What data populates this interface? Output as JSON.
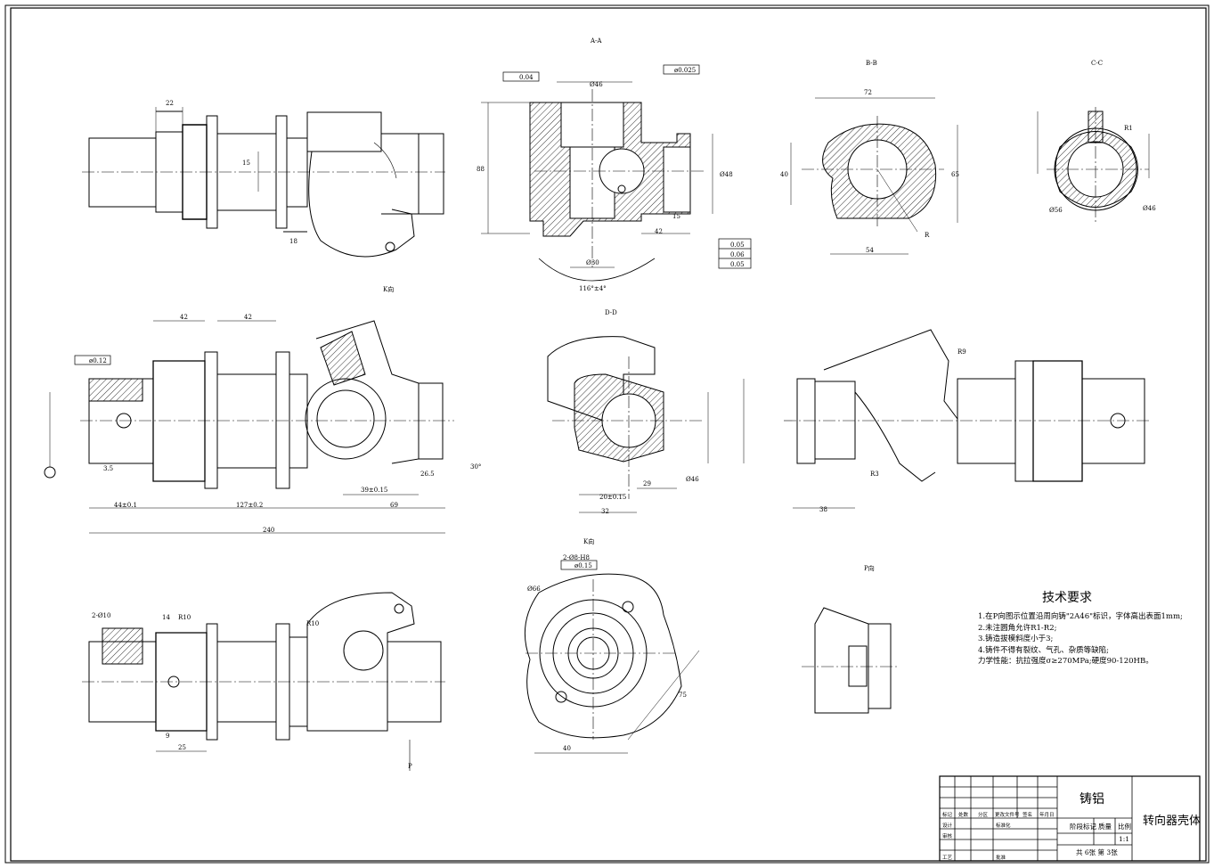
{
  "views": {
    "section_aa": "A-A",
    "section_bb": "B-B",
    "section_cc": "C-C",
    "section_dd": "D-D",
    "view_k": "K向",
    "view_k_top": "K向",
    "view_p": "P向",
    "arrow_p": "P"
  },
  "dims": {
    "top_left_22": "22",
    "top_left_18": "18",
    "top_left_15": "15",
    "aa_d46": "Ø46",
    "aa_d30": "Ø30",
    "aa_88": "88",
    "aa_42": "42",
    "aa_15": "15",
    "aa_d48": "Ø48",
    "aa_angle": "116°±4°",
    "aa_tol1": "0.04",
    "aa_tol2": "ø0.025",
    "aa_tol3": "0.05",
    "aa_tol4": "0.06",
    "aa_tol5": "0.05",
    "bb_72": "72",
    "bb_54": "54",
    "bb_40": "40",
    "bb_65": "65",
    "bb_r": "R",
    "cc_r1": "R1",
    "cc_d46": "Ø46",
    "cc_d56": "Ø56",
    "mid_42a": "42",
    "mid_42b": "42",
    "mid_44": "44±0.1",
    "mid_127": "127±0.2",
    "mid_69": "69",
    "mid_240": "240",
    "mid_39": "39±0.15",
    "mid_26_5": "26.5",
    "mid_3_5": "3.5",
    "mid_tol": "ø0.12",
    "mid_30deg": "30°",
    "dd_20": "20±0.15",
    "dd_29": "29",
    "dd_32": "32",
    "dd_d46": "Ø46",
    "right_38": "38",
    "right_r3": "R3",
    "right_r9": "R9",
    "bot_14": "14",
    "bot_r10a": "R10",
    "bot_r10b": "R10",
    "bot_25": "25",
    "bot_9": "9",
    "bot_d10": "2-Ø10",
    "k_d66": "Ø66",
    "k_40": "40",
    "k_75": "75",
    "k_tol": "ø0.15",
    "k_holes": "2-Ø8-H8"
  },
  "tech_requirements": {
    "title": "技术要求",
    "items": [
      "1.在P向图示位置沿周向铸\"2A46\"标识，字体高出表面1mm;",
      "2.未注圆角允许R1-R2;",
      "3.铸造拔模斜度小于3;",
      "4.铸件不得有裂纹、气孔、杂质等缺陷;",
      "力学性能：抗拉强度σ≥270MPa;硬度90-120HB。"
    ]
  },
  "title_block": {
    "material": "铸铝",
    "part_name": "转向器壳体",
    "stage_mark": "阶段标记",
    "weight": "质量",
    "scale": "比例",
    "sheet_info": "共 6张  第 3张",
    "row_labels": [
      "标记",
      "设计",
      "审核",
      "工艺"
    ],
    "col_labels": [
      "处数",
      "分区",
      "更改文件号",
      "签名",
      "年月日"
    ],
    "std_label": "标准化",
    "approve": "批准",
    "scale_value": "1:1"
  }
}
